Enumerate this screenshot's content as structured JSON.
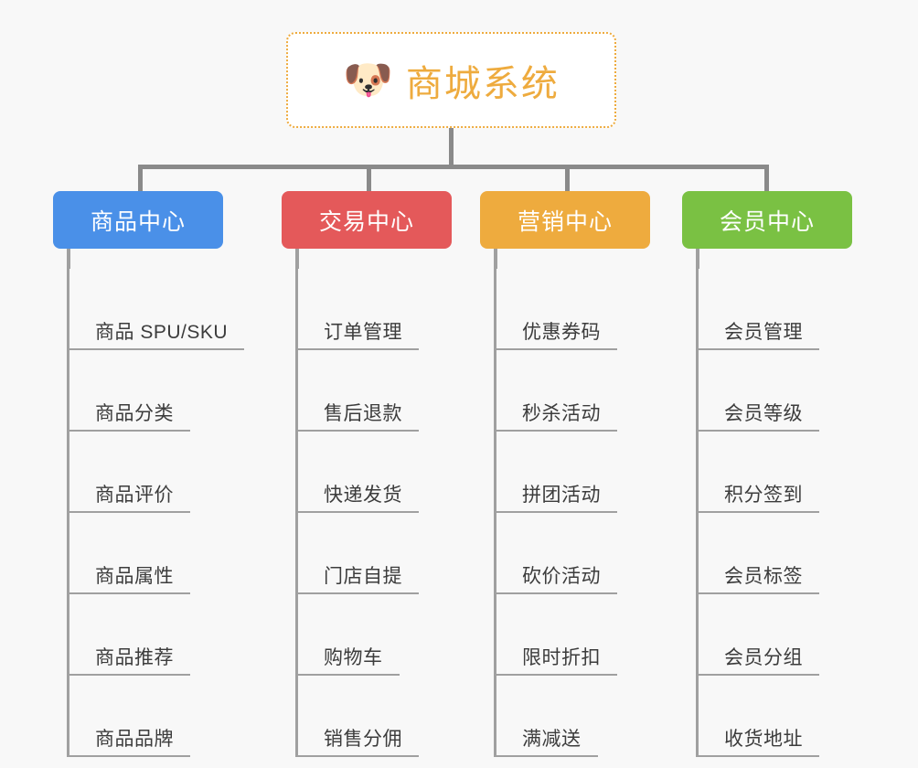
{
  "diagram": {
    "type": "org-chart",
    "background_color": "#f8f8f8",
    "root": {
      "title": "商城系统",
      "icon": "shiba-dog-face-emoji",
      "emoji": "🐶",
      "border_color": "#eeab3e",
      "text_color": "#eeab3e",
      "border_style": "dotted"
    },
    "connector_color": "#8a8a8a",
    "categories": [
      {
        "label": "商品中心",
        "color": "#4a90e8",
        "items": [
          "商品 SPU/SKU",
          "商品分类",
          "商品评价",
          "商品属性",
          "商品推荐",
          "商品品牌"
        ]
      },
      {
        "label": "交易中心",
        "color": "#e4595a",
        "items": [
          "订单管理",
          "售后退款",
          "快递发货",
          "门店自提",
          "购物车",
          "销售分佣"
        ]
      },
      {
        "label": "营销中心",
        "color": "#eeab3e",
        "items": [
          "优惠券码",
          "秒杀活动",
          "拼团活动",
          "砍价活动",
          "限时折扣",
          "满减送"
        ]
      },
      {
        "label": "会员中心",
        "color": "#7ac143",
        "items": [
          "会员管理",
          "会员等级",
          "积分签到",
          "会员标签",
          "会员分组",
          "收货地址"
        ]
      }
    ]
  }
}
